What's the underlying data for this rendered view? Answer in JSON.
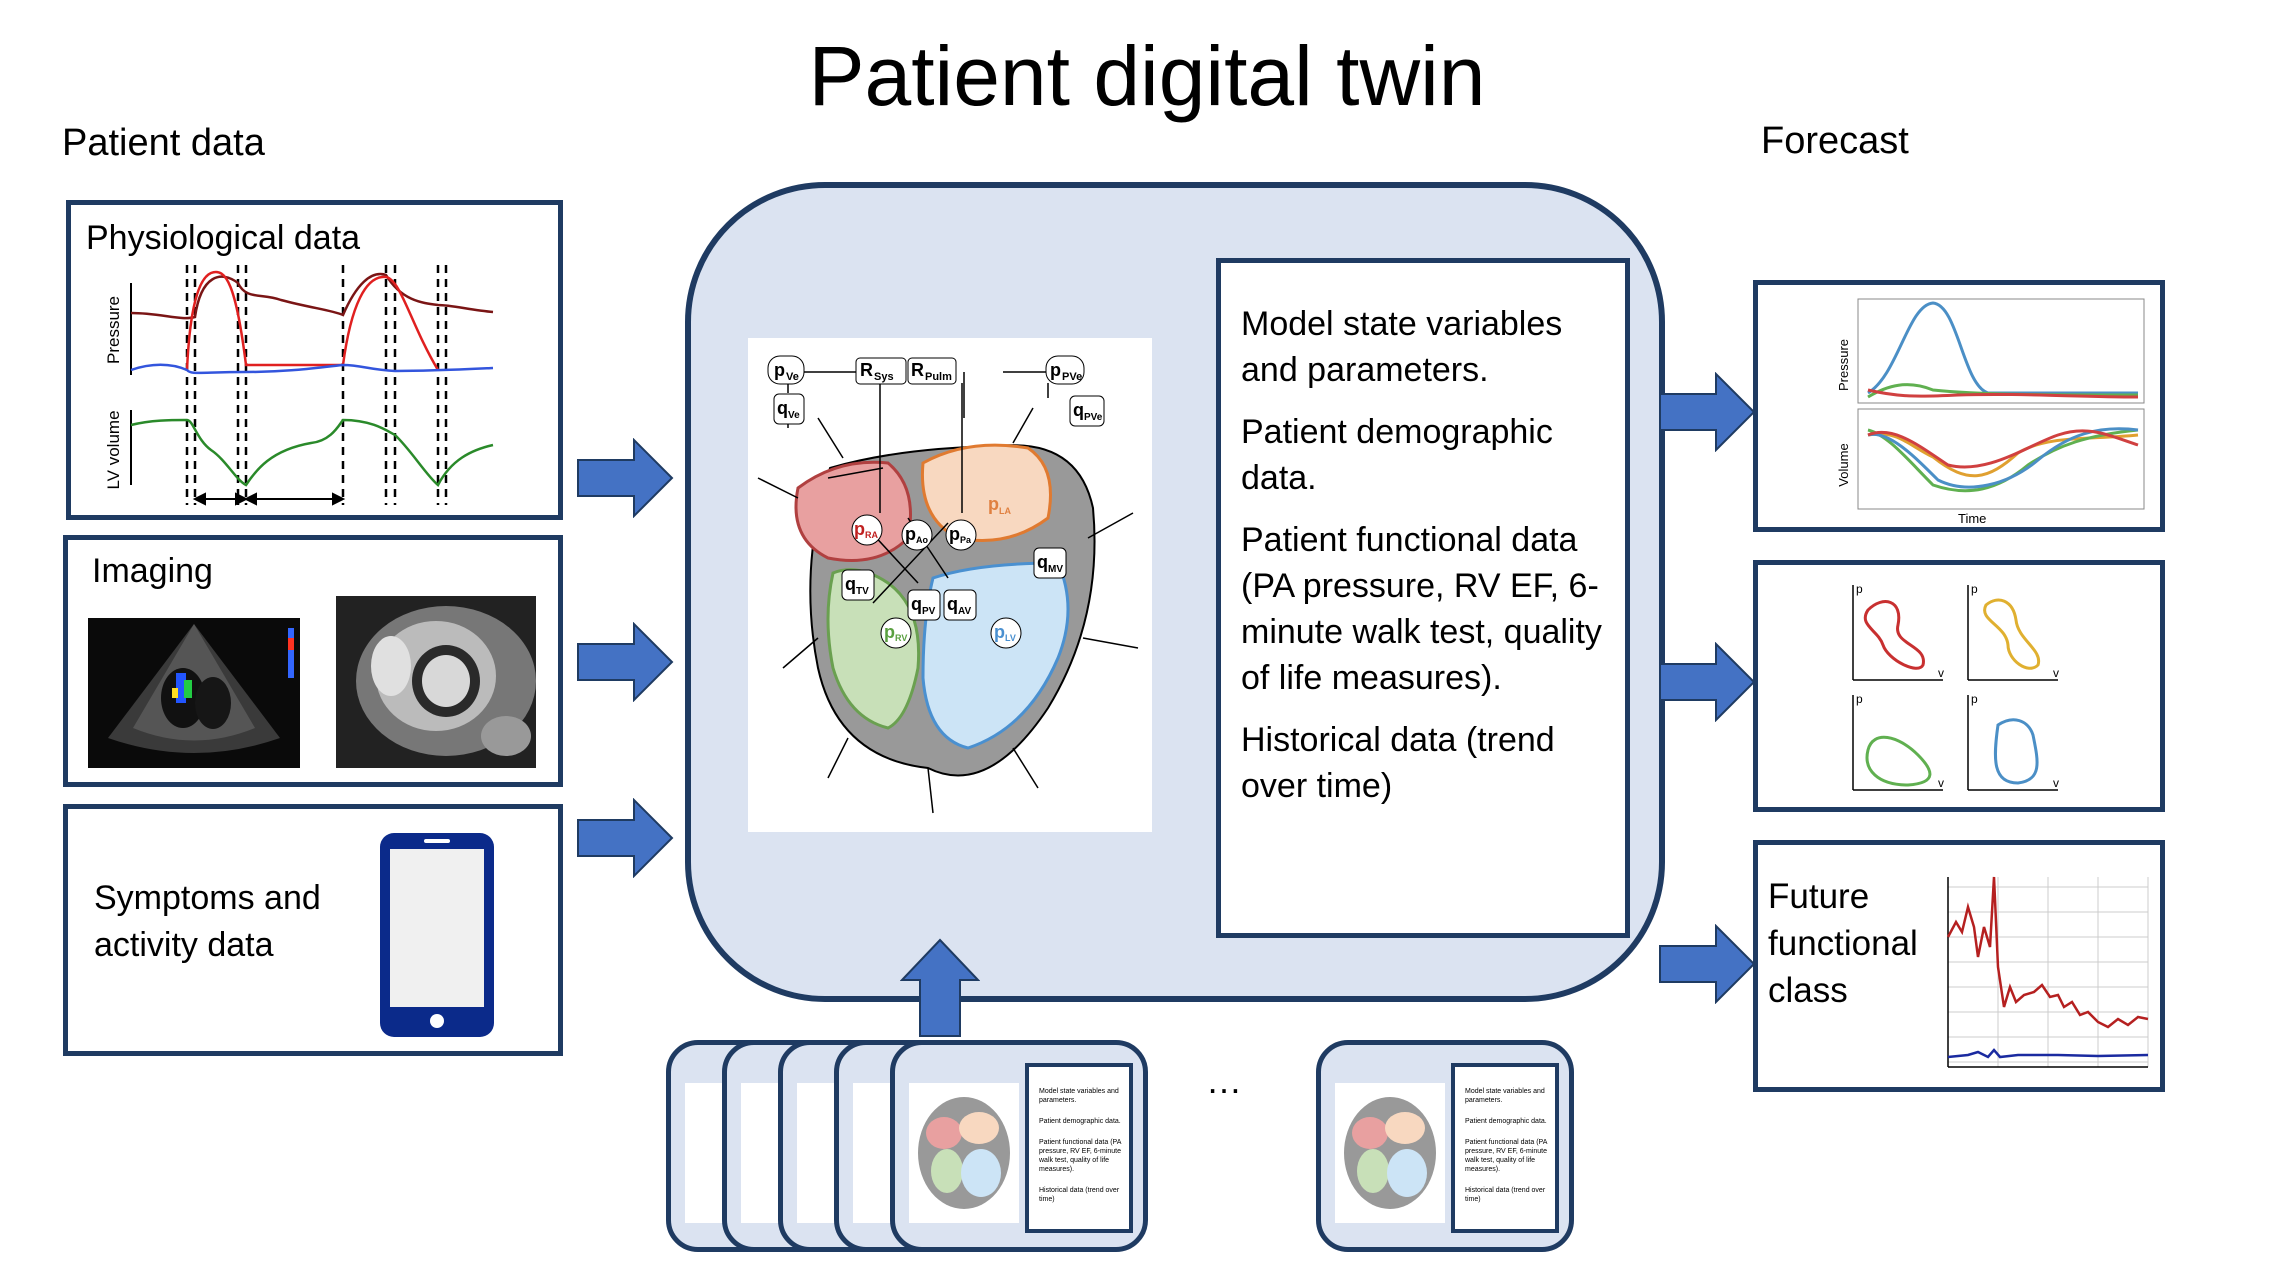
{
  "title": "Patient digital twin",
  "headers": {
    "left": "Patient data",
    "right": "Forecast"
  },
  "patient_data": {
    "physiological": {
      "title": "Physiological data",
      "ylabel_top": "Pressure",
      "ylabel_bottom": "LV volume"
    },
    "imaging": {
      "title": "Imaging"
    },
    "symptoms": {
      "line1": "Symptoms and",
      "line2": "activity data"
    }
  },
  "model": {
    "text": [
      "Model state variables and parameters.",
      "Patient demographic data.",
      "Patient functional data (PA pressure, RV EF, 6-minute walk test, quality of life measures).",
      "Historical data (trend over time)"
    ],
    "heart_labels": {
      "pve": "p",
      "pve_sub": "Ve",
      "rsys": "R",
      "rsys_sub": "Sys",
      "rpulm": "R",
      "rpulm_sub": "Pulm",
      "ppve": "p",
      "ppve_sub": "PVe",
      "qve": "q",
      "qve_sub": "Ve",
      "qpve": "q",
      "qpve_sub": "PVe",
      "pra": "p",
      "pra_sub": "RA",
      "pao": "p",
      "pao_sub": "Ao",
      "ppa": "p",
      "ppa_sub": "Pa",
      "pla": "p",
      "pla_sub": "LA",
      "qtv": "q",
      "qtv_sub": "TV",
      "qpv": "q",
      "qpv_sub": "PV",
      "qav": "q",
      "qav_sub": "AV",
      "qmv": "q",
      "qmv_sub": "MV",
      "prv": "p",
      "prv_sub": "RV",
      "plv": "p",
      "plv_sub": "LV"
    }
  },
  "history": {
    "ellipsis": "…",
    "mini_text": [
      "Model state variables and parameters.",
      "Patient demographic data.",
      "Patient functional data (PA pressure, RV EF, 6-minute walk test, quality of life measures).",
      "Historical data (trend over time)"
    ]
  },
  "forecast": {
    "pv": {
      "ylabel_top": "Pressure",
      "ylabel_bottom": "Volume",
      "xlabel": "Time"
    },
    "loops": {
      "p": "p",
      "v": "v"
    },
    "future": {
      "line1": "Future",
      "line2": "functional",
      "line3": "class"
    }
  },
  "colors": {
    "navy": "#1f3b62",
    "arrow": "#4472c4",
    "panel_bg": "#dbe3f1",
    "ra": "#e8a0a0",
    "la": "#f8d8c0",
    "rv": "#c8e0b8",
    "lv": "#cce4f6"
  }
}
